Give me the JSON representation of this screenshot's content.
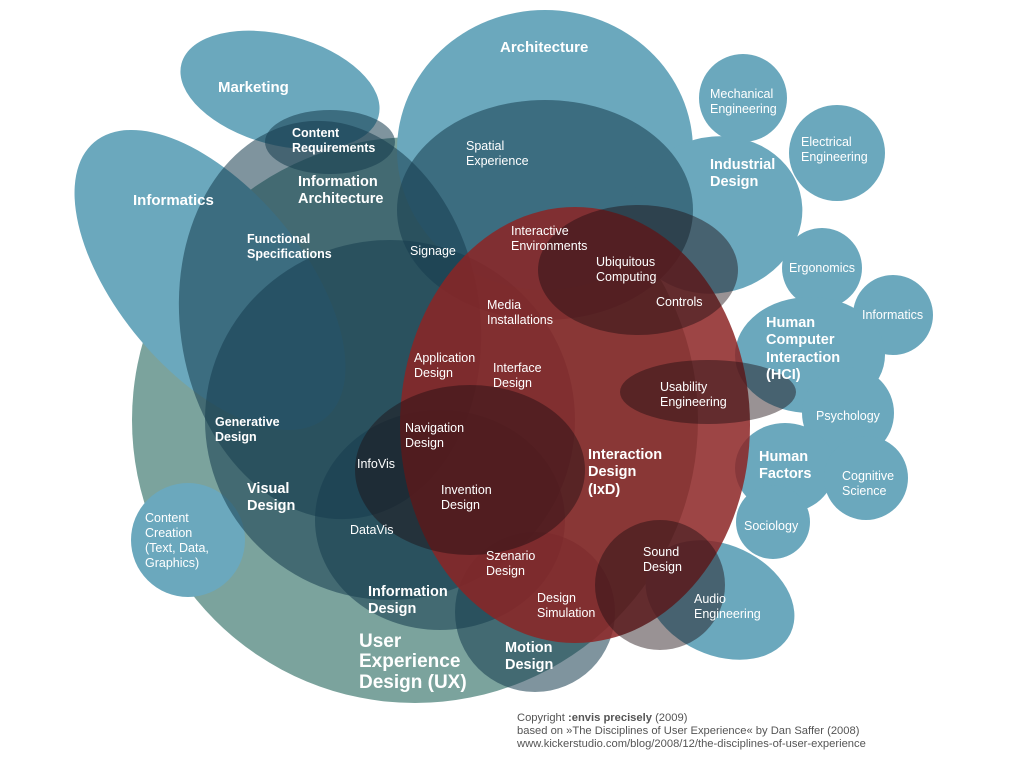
{
  "colors": {
    "teal_light": "#6ba8bd",
    "teal_mid": "#2a5f73",
    "teal_dark": "#153d4f",
    "ux_circle": "#7ba39d",
    "ixd_red": "#8c2525",
    "label": "#ffffff",
    "credit_text": "#555555"
  },
  "labels": {
    "architecture": "Architecture",
    "marketing": "Marketing",
    "content_requirements": "Content\nRequirements",
    "information_architecture": "Information\nArchitecture",
    "spatial_experience": "Spatial\nExperience",
    "mechanical_engineering": "Mechanical\nEngineering",
    "electrical_engineering": "Electrical\nEngineering",
    "industrial_design": "Industrial\nDesign",
    "informatics_left": "Informatics",
    "functional_specifications": "Functional\nSpecifications",
    "signage": "Signage",
    "interactive_environments": "Interactive\nEnvironments",
    "ubiquitous_computing": "Ubiquitous\nComputing",
    "ergonomics": "Ergonomics",
    "informatics_right": "Informatics",
    "media_installations": "Media\nInstallations",
    "controls": "Controls",
    "hci": "Human\nComputer\nInteraction\n(HCI)",
    "application_design": "Application\nDesign",
    "interface_design": "Interface\nDesign",
    "usability_engineering": "Usability\nEngineering",
    "psychology": "Psychology",
    "generative_design": "Generative\nDesign",
    "navigation_design": "Navigation\nDesign",
    "infovis": "InfoVis",
    "interaction_design": "Interaction\nDesign\n(IxD)",
    "human_factors": "Human\nFactors",
    "cognitive_science": "Cognitive\nScience",
    "visual_design": "Visual\nDesign",
    "invention_design": "Invention\nDesign",
    "content_creation": "Content\nCreation\n(Text, Data,\nGraphics)",
    "datavis": "DataVis",
    "sociology": "Sociology",
    "sound_design": "Sound\nDesign",
    "szenario_design": "Szenario\nDesign",
    "audio_engineering": "Audio\nEngineering",
    "information_design": "Information\nDesign",
    "design_simulation": "Design\nSimulation",
    "user_experience_design": "User\nExperience\nDesign (UX)",
    "motion_design": "Motion\nDesign"
  },
  "credits": {
    "line1_prefix": "Copyright ",
    "line1_brand": ":envis precisely",
    "line1_suffix": " (2009)",
    "line2": "based on »The Disciplines of User Experience« by Dan Saffer (2008)",
    "line3": "www.kickerstudio.com/blog/2008/12/the-disciplines-of-user-experience"
  }
}
